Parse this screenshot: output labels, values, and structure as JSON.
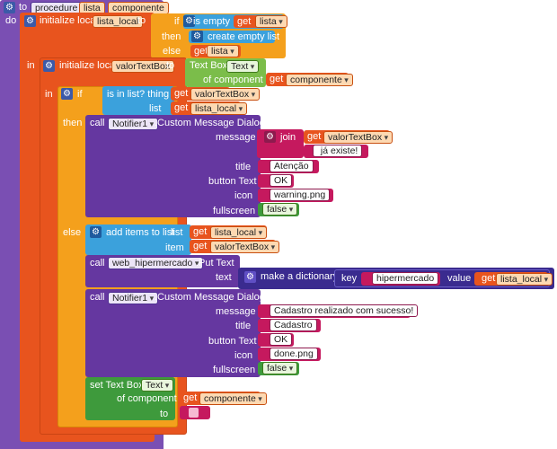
{
  "header": {
    "to": "to",
    "procedure": "procedure",
    "param1": "lista",
    "param2": "componente",
    "do": "do"
  },
  "init1": {
    "label": "initialize local",
    "var": "lista_local",
    "to": "to"
  },
  "if1": {
    "if": "if",
    "is_empty": "is empty",
    "get": "get",
    "var": "lista",
    "then": "then",
    "create": "create empty list",
    "else": "else",
    "get2": "get",
    "var2": "lista"
  },
  "in1": "in",
  "init2": {
    "label": "initialize local",
    "var": "valorTextBox",
    "to": "to",
    "textbox": "Text Box.",
    "prop": "Text",
    "of_component": "of component",
    "get": "get",
    "comp": "componente"
  },
  "in2": "in",
  "if2": {
    "if": "if",
    "is_in_list": "is in list? thing",
    "get": "get",
    "var": "valorTextBox",
    "list": "list",
    "get2": "get",
    "var2": "lista_local",
    "then": "then",
    "else": "else"
  },
  "call1": {
    "call": "call",
    "comp": "Notifier1",
    "method": ".Custom Message Dialog",
    "message": "message",
    "join": "join",
    "get": "get",
    "var": "valorTextBox",
    "already": "já existe!",
    "title": "title",
    "title_val": "Atenção",
    "button_text": "button Text",
    "button_val": "OK",
    "icon": "icon",
    "icon_val": "warning.png",
    "fullscreen": "fullscreen",
    "fullscreen_val": "false"
  },
  "add": {
    "label": "add items to list",
    "list": "list",
    "get": "get",
    "var": "lista_local",
    "item": "item",
    "get2": "get",
    "var2": "valorTextBox"
  },
  "call2": {
    "call": "call",
    "comp": "web_hipermercado",
    "method": ".Put Text",
    "text": "text",
    "dict": "make a dictionary",
    "key": "key",
    "key_val": "hipermercado",
    "value": "value",
    "get": "get",
    "var": "lista_local"
  },
  "call3": {
    "call": "call",
    "comp": "Notifier1",
    "method": ".Custom Message Dialog",
    "message": "message",
    "message_val": "Cadastro realizado com sucesso!",
    "title": "title",
    "title_val": "Cadastro",
    "button_text": "button Text",
    "button_val": "OK",
    "icon": "icon",
    "icon_val": "done.png",
    "fullscreen": "fullscreen",
    "fullscreen_val": "false"
  },
  "set": {
    "set": "set Text Box.",
    "prop": "Text",
    "of_component": "of component",
    "get": "get",
    "comp": "componente",
    "to": "to",
    "to_val": ""
  },
  "colors": {
    "procedure": "#7a4fb3",
    "local": "#e8541e",
    "control": "#f4a01c",
    "list": "#3ba1dc",
    "component": "#6537a0",
    "text": "#c5195e",
    "logic": "#3e9a3c",
    "textbox": "#7bbd4a",
    "dict": "#3a2b8f"
  }
}
